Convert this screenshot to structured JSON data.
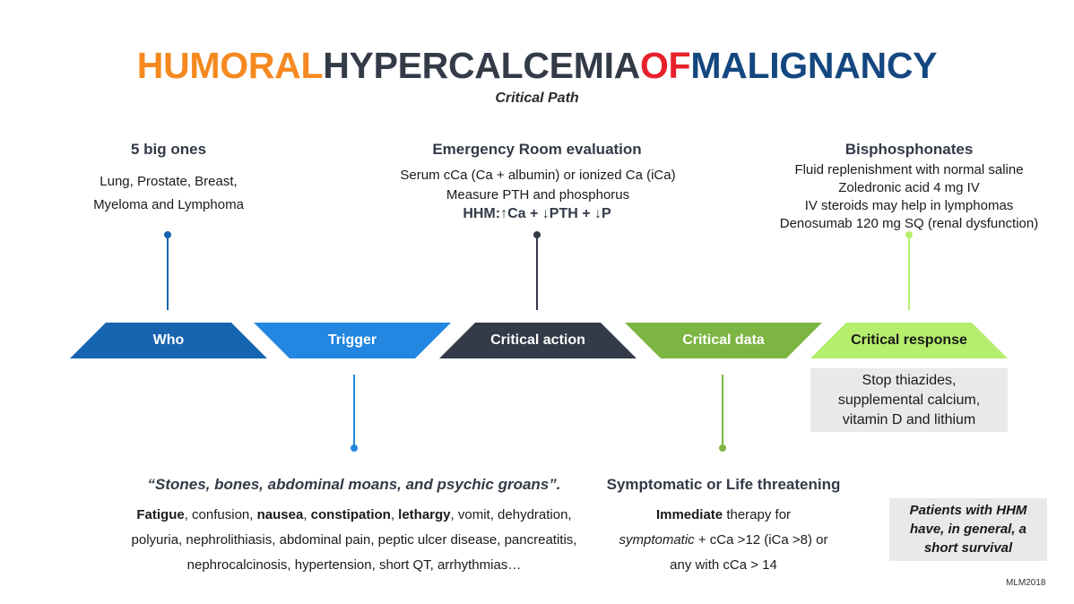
{
  "title": {
    "parts": [
      {
        "text": "HUMORAL",
        "color": "#f5891f"
      },
      {
        "text": "HYPERCALCEMIA",
        "color": "#333a48"
      },
      {
        "text": "OF",
        "color": "#e8202a"
      },
      {
        "text": "MALIGNANCY",
        "color": "#14477f"
      }
    ],
    "subtitle": "Critical Path"
  },
  "timeline": [
    {
      "label": "Who",
      "color": "#1764b0",
      "text_color": "#ffffff"
    },
    {
      "label": "Trigger",
      "color": "#2386e0",
      "text_color": "#ffffff"
    },
    {
      "label": "Critical action",
      "color": "#333a48",
      "text_color": "#ffffff"
    },
    {
      "label": "Critical data",
      "color": "#7cb542",
      "text_color": "#ffffff"
    },
    {
      "label": "Critical response",
      "color": "#b5ee6c",
      "text_color": "#1a1a1a"
    }
  ],
  "who": {
    "heading": "5 big ones",
    "lines": [
      "Lung, Prostate, Breast,",
      "Myeloma and Lymphoma"
    ]
  },
  "action": {
    "heading": "Emergency Room evaluation",
    "lines": [
      "Serum cCa (Ca + albumin) or ionized Ca (iCa)",
      "Measure PTH and phosphorus"
    ],
    "formula": "HHM:↑Ca + ↓PTH + ↓P"
  },
  "response": {
    "heading": "Bisphosphonates",
    "lines": [
      "Fluid replenishment with normal saline",
      "Zoledronic acid 4 mg IV",
      "IV steroids may help in lymphomas",
      "Denosumab 120 mg SQ (renal dysfunction)"
    ],
    "box_lines": [
      "Stop thiazides,",
      "supplemental calcium,",
      "vitamin D and lithium"
    ]
  },
  "trigger": {
    "quote": "“Stones, bones, abdominal moans, and psychic groans”.",
    "s1": "Fatigue",
    "s2": ", confusion, ",
    "s3": "nausea",
    "s4": ", ",
    "s5": "constipation",
    "s6": ", ",
    "s7": "lethargy",
    "s8": ", vomit, dehydration, polyuria, nephrolithiasis, abdominal pain, peptic ulcer disease, pancreatitis, nephrocalcinosis, hypertension, short QT, arrhythmias…"
  },
  "data": {
    "heading": "Symptomatic or Life threatening",
    "t1": "Immediate",
    "t2": " therapy for",
    "t3": "symptomatic",
    "t4": " + cCa >12 (iCa >8) or any with cCa > 14"
  },
  "note": "Patients with HHM have, in general, a short survival",
  "credit": "MLM2018"
}
